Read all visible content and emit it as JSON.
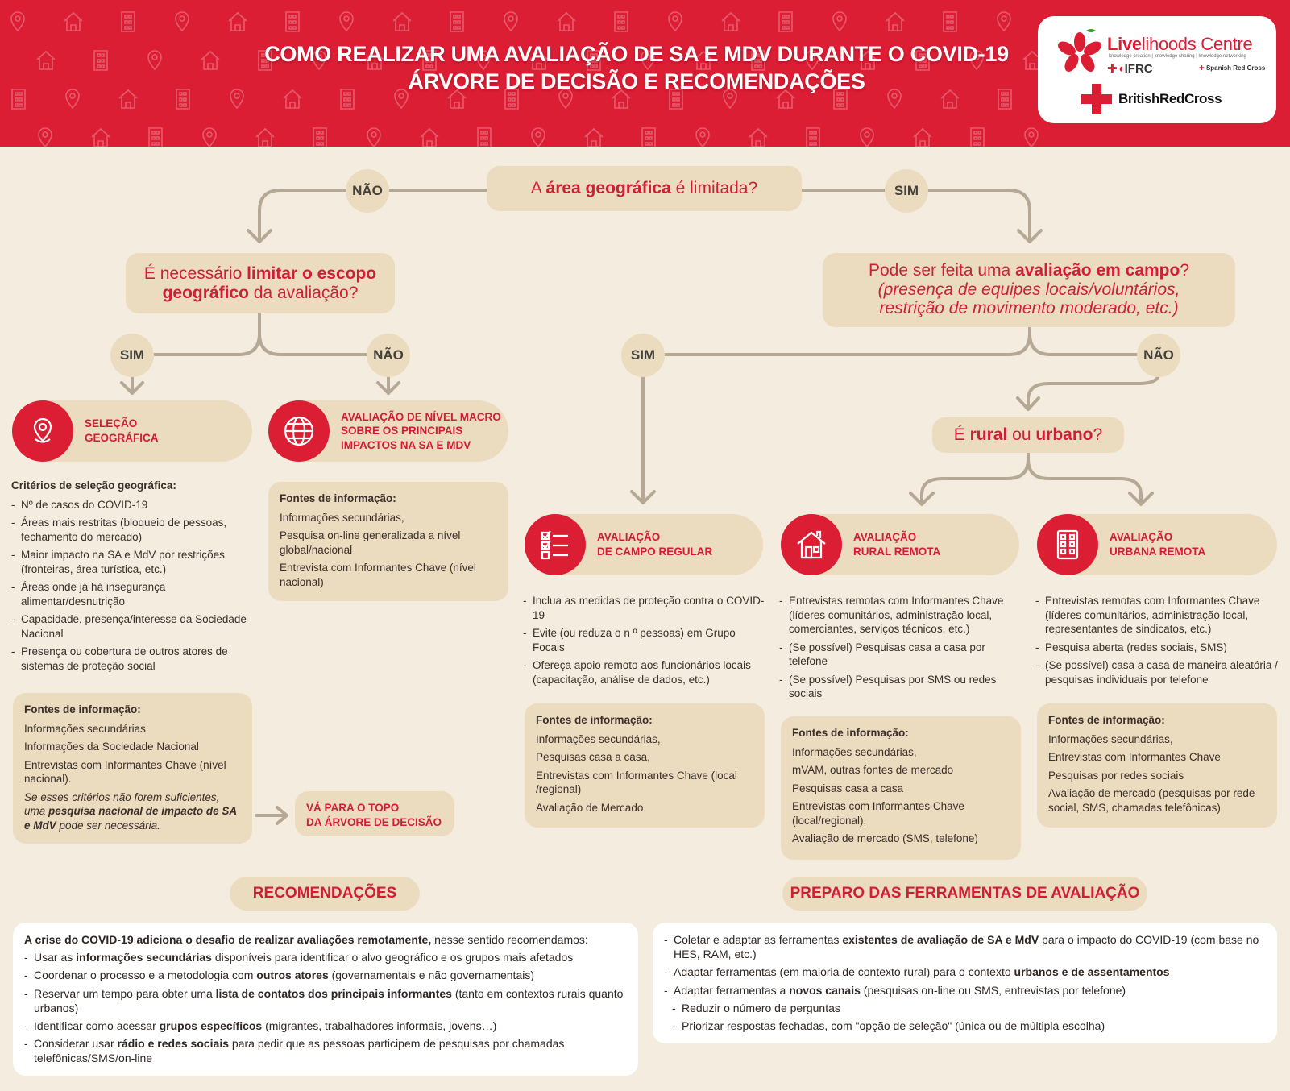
{
  "header": {
    "title_line1": "COMO REALIZAR UMA AVALIAÇÃO DE SA E MDV DURANTE O COVID-19",
    "title_line2": "ÁRVORE DE DECISÃO E RECOMENDAÇÕES",
    "logos": {
      "livelihoods_a": "Live",
      "livelihoods_b": "lihoods Centre",
      "tagline": "knowledge creation | knowledge sharing | knowledge networking",
      "ifrc": "IFRC",
      "spanish": "Spanish Red Cross",
      "british": "BritishRedCross"
    }
  },
  "colors": {
    "red": "#dc1e35",
    "beige": "#ecdcbf",
    "background": "#f4ecdf",
    "connector": "#b5a895"
  },
  "tree": {
    "q1": {
      "pre": "A ",
      "bold": "área geográfica",
      "post": " é limitada?"
    },
    "q1_no": "NÃO",
    "q1_yes": "SIM",
    "q2": {
      "pre": "É necessário ",
      "bold1": "limitar o escopo",
      "bold2": "geográfico",
      "post": " da avaliação?"
    },
    "q2_yes": "SIM",
    "q2_no": "NÃO",
    "q3": {
      "pre": "Pode ser feita uma ",
      "bold": "avaliação em campo",
      "post": "?",
      "italic1": "(presença de equipes locais/voluntários,",
      "italic2": "restrição de movimento moderado, etc.)"
    },
    "q3_yes": "SIM",
    "q3_no": "NÃO",
    "q4": {
      "pre": "É ",
      "bold1": "rural",
      "mid": " ou ",
      "bold2": "urbano",
      "post": "?"
    }
  },
  "geo": {
    "label1": "SELEÇÃO",
    "label2": "GEOGRÁFICA",
    "icon": "location-pin-icon",
    "criteria_title": "Critérios de seleção geográfica:",
    "criteria": [
      "Nº de casos do COVID-19",
      "Áreas mais restritas (bloqueio de pessoas, fechamento do mercado)",
      "Maior impacto na SA e MdV  por restrições (fronteiras, área turística, etc.)",
      "Áreas onde já há insegurança alimentar/desnutrição",
      "Capacidade, presença/interesse da Sociedade Nacional",
      "Presença ou cobertura de outros atores de sistemas de proteção social"
    ],
    "sources_title": "Fontes de informação:",
    "sources": [
      "Informações secundárias",
      "Informações da Sociedade Nacional",
      "Entrevistas com Informantes Chave (nível nacional)."
    ],
    "note_pre": "Se esses critérios não forem suficientes, uma ",
    "note_bold": "pesquisa nacional de impacto de SA e MdV",
    "note_post": " pode ser necessária."
  },
  "goto": {
    "line1": "VÁ PARA O TOPO",
    "line2": "DA ÁRVORE DE DECISÃO"
  },
  "macro": {
    "line1": "AVALIAÇÃO DE NÍVEL MACRO",
    "line2": "SOBRE OS PRINCIPAIS",
    "line3": "IMPACTOS NA SA E MDV",
    "icon": "globe-icon",
    "sources_title": "Fontes de informação:",
    "sources": [
      "Informações secundárias,",
      "Pesquisa on-line generalizada a nível global/nacional",
      "Entrevista com Informantes Chave (nível nacional)"
    ]
  },
  "regular": {
    "line1": "AVALIAÇÃO",
    "line2": "DE CAMPO REGULAR",
    "icon": "checklist-icon",
    "items": [
      "Inclua as medidas de proteção contra o  COVID-19",
      "Evite (ou reduza o n º pessoas) em Grupo Focais",
      "Ofereça apoio remoto aos funcionários locais (capacitação, análise de dados, etc.)"
    ],
    "sources_title": "Fontes de informação:",
    "sources": [
      "Informações secundárias,",
      "Pesquisas casa a casa,",
      "Entrevistas com Informantes Chave (local /regional)",
      "Avaliação de Mercado"
    ]
  },
  "rural": {
    "line1": "AVALIAÇÃO",
    "line2": "RURAL REMOTA",
    "icon": "house-icon",
    "items": [
      "Entrevistas remotas com Informantes Chave (líderes comunitários, administração local, comerciantes, serviços técnicos, etc.)",
      "(Se possível) Pesquisas casa a casa por telefone",
      "(Se possível) Pesquisas por SMS ou redes sociais"
    ],
    "sources_title": "Fontes de informação:",
    "sources": [
      "Informações secundárias,",
      "mVAM, outras fontes de mercado",
      "Pesquisas casa a casa",
      "Entrevistas com Informantes Chave (local/regional),",
      "Avaliação de mercado (SMS, telefone)"
    ]
  },
  "urban": {
    "line1": "AVALIAÇÃO",
    "line2": "URBANA REMOTA",
    "icon": "building-icon",
    "items": [
      "Entrevistas remotas com Informantes Chave (líderes comunitários, administração local, representantes de sindicatos, etc.)",
      "Pesquisa aberta (redes sociais, SMS)",
      "(Se possível) casa a casa de maneira aleatória / pesquisas individuais por telefone"
    ],
    "sources_title": "Fontes de informação:",
    "sources": [
      "Informações secundárias,",
      "Entrevistas com Informantes Chave",
      "Pesquisas por redes sociais",
      "Avaliação de mercado (pesquisas por rede social, SMS, chamadas telefônicas)"
    ]
  },
  "recommendations": {
    "title": "RECOMENDAÇÕES",
    "intro_bold": "A crise do COVID-19 adiciona o desafio de realizar avaliações remotamente,",
    "intro_rest": " nesse sentido recomendamos:",
    "items": [
      {
        "pre": "Usar as ",
        "bold": "informações secundárias",
        "post": " disponíveis para identificar o alvo geográfico e os grupos mais afetados"
      },
      {
        "pre": "Coordenar o processo e a metodologia com ",
        "bold": "outros atores",
        "post": " (governamentais e não governamentais)"
      },
      {
        "pre": "Reservar um tempo para obter uma ",
        "bold": "lista de contatos dos principais informantes",
        "post": " (tanto em contextos rurais quanto urbanos)"
      },
      {
        "pre": "Identificar como acessar ",
        "bold": "grupos específicos",
        "post": " (migrantes, trabalhadores informais, jovens…)"
      },
      {
        "pre": "Considerar usar ",
        "bold": "rádio e redes sociais",
        "post": " para pedir que as pessoas participem de pesquisas por chamadas telefônicas/SMS/on-line"
      }
    ]
  },
  "tools": {
    "title": "PREPARO DAS FERRAMENTAS DE AVALIAÇÃO",
    "items": [
      {
        "pre": "Coletar e adaptar as ferramentas ",
        "bold": "existentes de avaliação de SA e MdV",
        "post": "  para o impacto do COVID-19 (com base no HES, RAM, etc.)"
      },
      {
        "pre": "Adaptar ferramentas (em maioria de contexto rural) para o contexto ",
        "bold": "urbanos e de assentamentos",
        "post": ""
      },
      {
        "pre": "Adaptar ferramentas a ",
        "bold": "novos canais",
        "post": " (pesquisas on-line ou SMS, entrevistas por telefone)"
      }
    ],
    "subitems": [
      "Reduzir o número de perguntas",
      "Priorizar respostas fechadas, com \"opção de seleção\" (única ou de múltipla escolha)"
    ]
  }
}
